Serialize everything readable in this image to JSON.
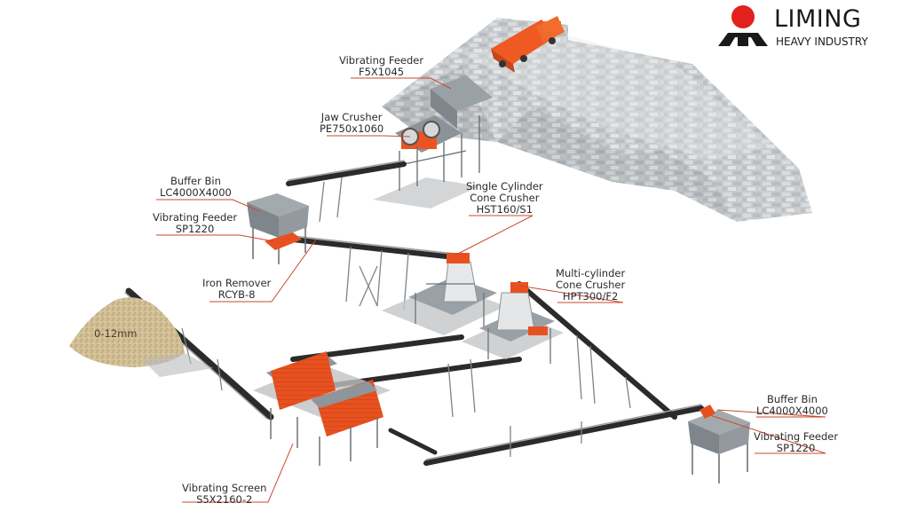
{
  "brand": {
    "name": "LIMING",
    "tagline": "HEAVY INDUSTRY",
    "colors": {
      "red": "#e3211c",
      "black": "#1a1a1a"
    }
  },
  "equipment": [
    {
      "id": "vibrating-feeder-top",
      "name": "Vibrating Feeder",
      "model": "F5X1045"
    },
    {
      "id": "jaw-crusher",
      "name": "Jaw Crusher",
      "model": "PE750x1060"
    },
    {
      "id": "buffer-bin-left",
      "name": "Buffer Bin",
      "model": "LC4000X4000"
    },
    {
      "id": "vibrating-feeder-left",
      "name": "Vibrating Feeder",
      "model": "SP1220"
    },
    {
      "id": "iron-remover",
      "name": "Iron Remover",
      "model": "RCYB-8"
    },
    {
      "id": "single-cylinder-cone-crusher",
      "name_lines": [
        "Single Cylinder",
        "Cone Crusher"
      ],
      "model": "HST160/S1"
    },
    {
      "id": "multi-cylinder-cone-crusher",
      "name_lines": [
        "Multi-cylinder",
        "Cone Crusher"
      ],
      "model": "HPT300/F2"
    },
    {
      "id": "buffer-bin-right",
      "name": "Buffer Bin",
      "model": "LC4000X4000"
    },
    {
      "id": "vibrating-feeder-right",
      "name": "Vibrating Feeder",
      "model": "SP1220"
    },
    {
      "id": "vibrating-screen",
      "name": "Vibrating Screen",
      "model": "S5X2160-2"
    }
  ],
  "product_pile": {
    "label": "0-12mm"
  },
  "colors": {
    "machine_orange": "#e8511f",
    "steel": "#8e959b",
    "conveyor_belt": "#2b2b2b",
    "stone": "#c9ccce",
    "sand": "#cdb98f",
    "leader_line": "#c94a2e"
  }
}
